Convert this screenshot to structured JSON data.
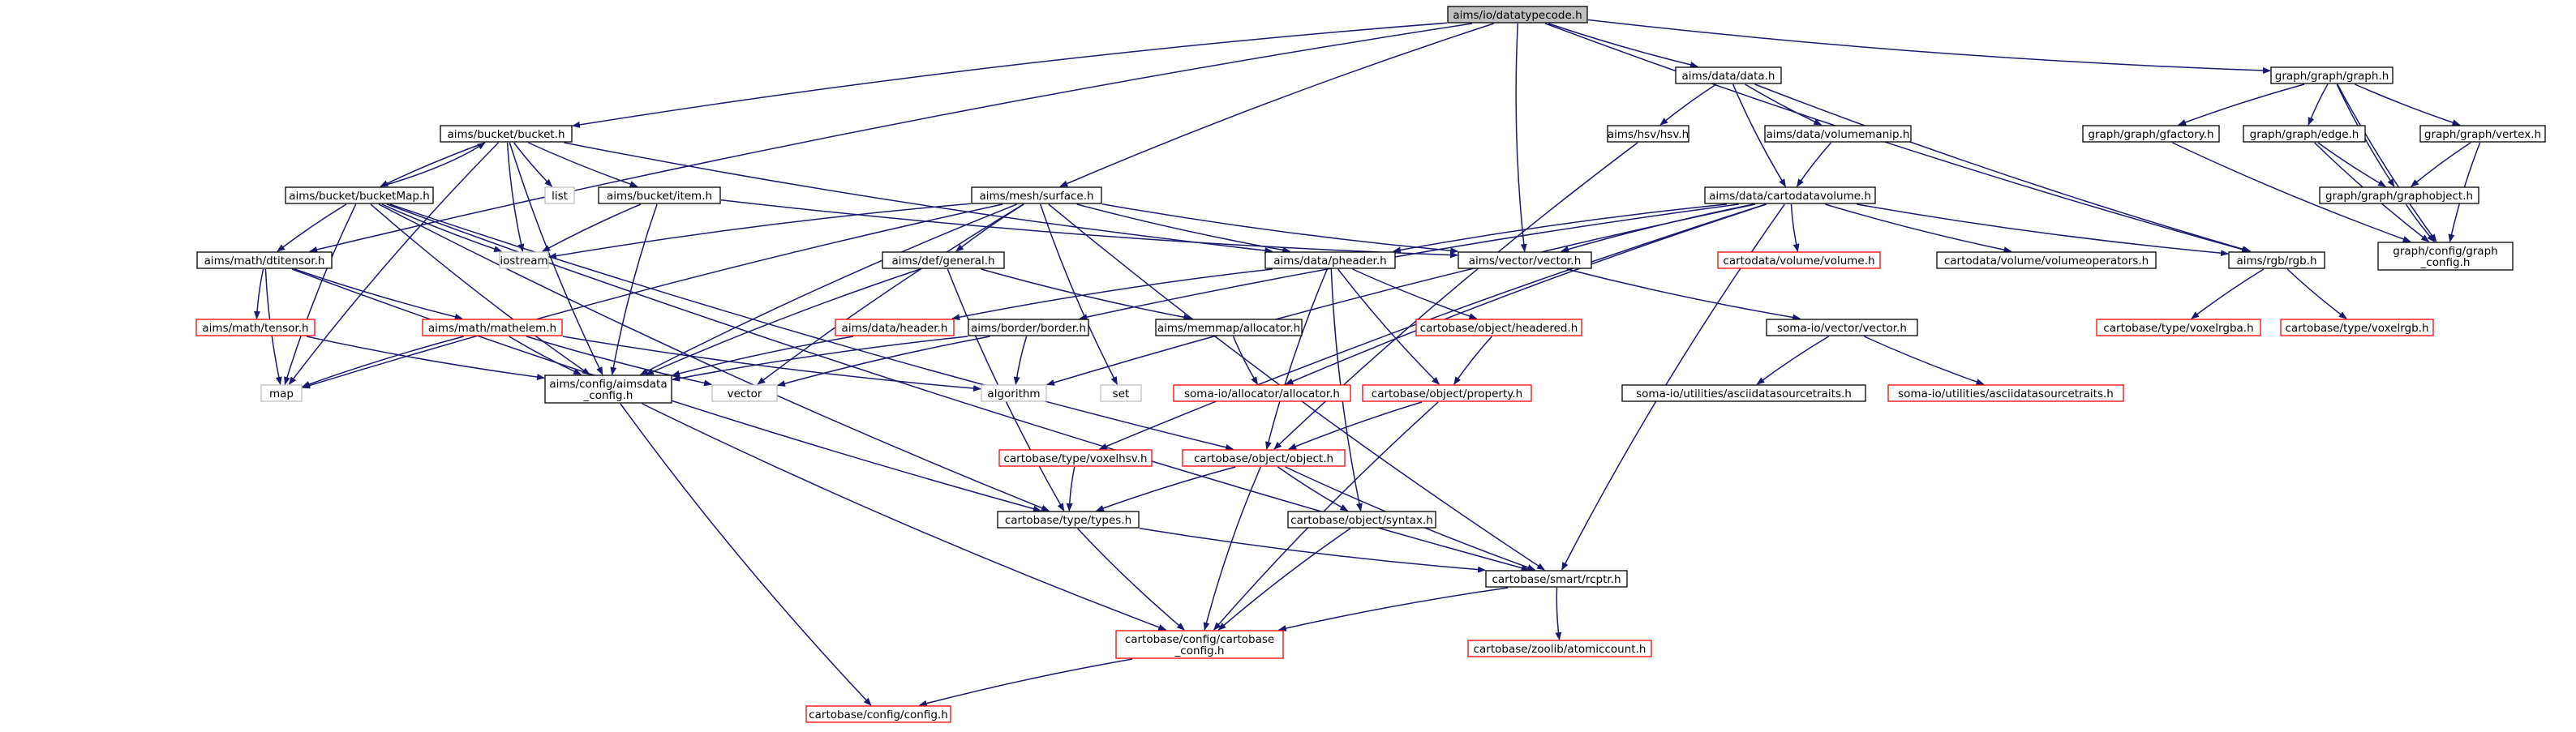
{
  "colors": {
    "edge": "#191970",
    "root_fill": "#bfbfbf",
    "box_fill": "#ffffff",
    "local_border": "#000000",
    "external_border": "#bfbfbf",
    "missing_border": "#ff0000",
    "text": "#000000"
  },
  "nodes": [
    {
      "id": "datatypecode",
      "label": "aims/io/datatypecode.h",
      "kind": "root"
    },
    {
      "id": "bucket",
      "label": "aims/bucket/bucket.h",
      "kind": "local"
    },
    {
      "id": "meshsurface",
      "label": "aims/mesh/surface.h",
      "kind": "local"
    },
    {
      "id": "datadata",
      "label": "aims/data/data.h",
      "kind": "local"
    },
    {
      "id": "graph",
      "label": "graph/graph/graph.h",
      "kind": "local"
    },
    {
      "id": "bucketmap",
      "label": "aims/bucket/bucketMap.h",
      "kind": "local"
    },
    {
      "id": "list",
      "label": "list",
      "kind": "external"
    },
    {
      "id": "item",
      "label": "aims/bucket/item.h",
      "kind": "local"
    },
    {
      "id": "hsv",
      "label": "aims/hsv/hsv.h",
      "kind": "local"
    },
    {
      "id": "volumemanip",
      "label": "aims/data/volumemanip.h",
      "kind": "local"
    },
    {
      "id": "gfactory",
      "label": "graph/graph/gfactory.h",
      "kind": "local"
    },
    {
      "id": "edge",
      "label": "graph/graph/edge.h",
      "kind": "local"
    },
    {
      "id": "vertex",
      "label": "graph/graph/vertex.h",
      "kind": "local"
    },
    {
      "id": "graphobject",
      "label": "graph/graph/graphobject.h",
      "kind": "local"
    },
    {
      "id": "cartodatavolume",
      "label": "aims/data/cartodatavolume.h",
      "kind": "local"
    },
    {
      "id": "iostream",
      "label": "iostream",
      "kind": "external"
    },
    {
      "id": "dtitensor",
      "label": "aims/math/dtitensor.h",
      "kind": "local"
    },
    {
      "id": "defgeneral",
      "label": "aims/def/general.h",
      "kind": "local"
    },
    {
      "id": "pheader",
      "label": "aims/data/pheader.h",
      "kind": "local"
    },
    {
      "id": "vecvector",
      "label": "aims/vector/vector.h",
      "kind": "local"
    },
    {
      "id": "cartovolume",
      "label": "cartodata/volume/volume.h",
      "kind": "missing"
    },
    {
      "id": "volumeoperators",
      "label": "cartodata/volume/volumeoperators.h",
      "kind": "local"
    },
    {
      "id": "rgb",
      "label": "aims/rgb/rgb.h",
      "kind": "local"
    },
    {
      "id": "graphconfig",
      "label": "graph/config/graph\n_config.h",
      "kind": "local"
    },
    {
      "id": "tensor",
      "label": "aims/math/tensor.h",
      "kind": "missing"
    },
    {
      "id": "mathelem",
      "label": "aims/math/mathelem.h",
      "kind": "missing"
    },
    {
      "id": "dataheader",
      "label": "aims/data/header.h",
      "kind": "missing"
    },
    {
      "id": "border",
      "label": "aims/border/border.h",
      "kind": "local"
    },
    {
      "id": "mmallocator",
      "label": "aims/memmap/allocator.h",
      "kind": "local"
    },
    {
      "id": "headered",
      "label": "cartobase/object/headered.h",
      "kind": "missing"
    },
    {
      "id": "somavector",
      "label": "soma-io/vector/vector.h",
      "kind": "local"
    },
    {
      "id": "voxelrgba",
      "label": "cartobase/type/voxelrgba.h",
      "kind": "missing"
    },
    {
      "id": "voxelrgb",
      "label": "cartobase/type/voxelrgb.h",
      "kind": "missing"
    },
    {
      "id": "map",
      "label": "map",
      "kind": "external"
    },
    {
      "id": "aimsdataconfig",
      "label": "aims/config/aimsdata\n_config.h",
      "kind": "local"
    },
    {
      "id": "vector",
      "label": "vector",
      "kind": "external"
    },
    {
      "id": "algorithm",
      "label": "algorithm",
      "kind": "external"
    },
    {
      "id": "set",
      "label": "set",
      "kind": "external"
    },
    {
      "id": "somaallocator",
      "label": "soma-io/allocator/allocator.h",
      "kind": "missing"
    },
    {
      "id": "property",
      "label": "cartobase/object/property.h",
      "kind": "missing"
    },
    {
      "id": "asciidatasourcetraits",
      "label": "soma-io/utilities/asciidatasourcetraits.h",
      "kind": "local"
    },
    {
      "id": "asciidatasourcetraits2",
      "label": "soma-io/utilities/asciidatasourcetraits.h",
      "kind": "missing"
    },
    {
      "id": "voxelhsv",
      "label": "cartobase/type/voxelhsv.h",
      "kind": "missing"
    },
    {
      "id": "objobject",
      "label": "cartobase/object/object.h",
      "kind": "missing"
    },
    {
      "id": "types",
      "label": "cartobase/type/types.h",
      "kind": "local"
    },
    {
      "id": "syntax",
      "label": "cartobase/object/syntax.h",
      "kind": "local"
    },
    {
      "id": "rcptr",
      "label": "cartobase/smart/rcptr.h",
      "kind": "local"
    },
    {
      "id": "cartobaseconfig",
      "label": "cartobase/config/cartobase\n_config.h",
      "kind": "missing"
    },
    {
      "id": "atomiccount",
      "label": "cartobase/zoolib/atomiccount.h",
      "kind": "missing"
    },
    {
      "id": "config",
      "label": "cartobase/config/config.h",
      "kind": "missing"
    }
  ],
  "edges": [
    [
      "datatypecode",
      "bucket"
    ],
    [
      "datatypecode",
      "meshsurface"
    ],
    [
      "datatypecode",
      "datadata"
    ],
    [
      "datatypecode",
      "graph"
    ],
    [
      "datatypecode",
      "dtitensor"
    ],
    [
      "datatypecode",
      "vecvector"
    ],
    [
      "datatypecode",
      "rgb"
    ],
    [
      "datadata",
      "hsv"
    ],
    [
      "datadata",
      "volumemanip"
    ],
    [
      "datadata",
      "cartodatavolume"
    ],
    [
      "datadata",
      "rgb"
    ],
    [
      "graph",
      "gfactory"
    ],
    [
      "graph",
      "edge"
    ],
    [
      "graph",
      "vertex"
    ],
    [
      "graph",
      "graphobject"
    ],
    [
      "graph",
      "graphconfig"
    ],
    [
      "gfactory",
      "graphconfig"
    ],
    [
      "edge",
      "graphobject"
    ],
    [
      "edge",
      "graphconfig"
    ],
    [
      "vertex",
      "graphobject"
    ],
    [
      "vertex",
      "graphconfig"
    ],
    [
      "graphobject",
      "graphconfig"
    ],
    [
      "volumemanip",
      "cartodatavolume"
    ],
    [
      "bucket",
      "bucketmap"
    ],
    [
      "bucketmap",
      "bucket"
    ],
    [
      "bucket",
      "list"
    ],
    [
      "bucket",
      "item"
    ],
    [
      "bucket",
      "iostream"
    ],
    [
      "bucket",
      "pheader"
    ],
    [
      "bucket",
      "aimsdataconfig"
    ],
    [
      "bucket",
      "map"
    ],
    [
      "bucketmap",
      "iostream"
    ],
    [
      "bucketmap",
      "dtitensor"
    ],
    [
      "bucketmap",
      "map"
    ],
    [
      "bucketmap",
      "aimsdataconfig"
    ],
    [
      "bucketmap",
      "types"
    ],
    [
      "bucketmap",
      "objobject"
    ],
    [
      "bucketmap",
      "rcptr"
    ],
    [
      "item",
      "iostream"
    ],
    [
      "item",
      "aimsdataconfig"
    ],
    [
      "item",
      "vecvector"
    ],
    [
      "meshsurface",
      "defgeneral"
    ],
    [
      "meshsurface",
      "pheader"
    ],
    [
      "meshsurface",
      "vecvector"
    ],
    [
      "meshsurface",
      "iostream"
    ],
    [
      "meshsurface",
      "map"
    ],
    [
      "meshsurface",
      "vector"
    ],
    [
      "meshsurface",
      "set"
    ],
    [
      "meshsurface",
      "aimsdataconfig"
    ],
    [
      "meshsurface",
      "rcptr"
    ],
    [
      "cartodatavolume",
      "pheader"
    ],
    [
      "cartodatavolume",
      "vecvector"
    ],
    [
      "cartodatavolume",
      "cartovolume"
    ],
    [
      "cartodatavolume",
      "volumeoperators"
    ],
    [
      "cartodatavolume",
      "rgb"
    ],
    [
      "cartodatavolume",
      "border"
    ],
    [
      "cartodatavolume",
      "somaallocator"
    ],
    [
      "cartodatavolume",
      "algorithm"
    ],
    [
      "cartodatavolume",
      "voxelhsv"
    ],
    [
      "cartodatavolume",
      "rcptr"
    ],
    [
      "hsv",
      "objobject"
    ],
    [
      "dtitensor",
      "tensor"
    ],
    [
      "dtitensor",
      "mathelem"
    ],
    [
      "dtitensor",
      "map"
    ],
    [
      "dtitensor",
      "types"
    ],
    [
      "tensor",
      "aimsdataconfig"
    ],
    [
      "mathelem",
      "aimsdataconfig"
    ],
    [
      "mathelem",
      "map"
    ],
    [
      "mathelem",
      "vector"
    ],
    [
      "mathelem",
      "algorithm"
    ],
    [
      "defgeneral",
      "mmallocator"
    ],
    [
      "defgeneral",
      "aimsdataconfig"
    ],
    [
      "defgeneral",
      "types"
    ],
    [
      "pheader",
      "dataheader"
    ],
    [
      "pheader",
      "headered"
    ],
    [
      "pheader",
      "property"
    ],
    [
      "pheader",
      "objobject"
    ],
    [
      "pheader",
      "syntax"
    ],
    [
      "vecvector",
      "somavector"
    ],
    [
      "dataheader",
      "aimsdataconfig"
    ],
    [
      "border",
      "aimsdataconfig"
    ],
    [
      "border",
      "vector"
    ],
    [
      "border",
      "algorithm"
    ],
    [
      "mmallocator",
      "somaallocator"
    ],
    [
      "headered",
      "property"
    ],
    [
      "somavector",
      "asciidatasourcetraits"
    ],
    [
      "somavector",
      "asciidatasourcetraits2"
    ],
    [
      "rgb",
      "voxelrgba"
    ],
    [
      "rgb",
      "voxelrgb"
    ],
    [
      "aimsdataconfig",
      "cartobaseconfig"
    ],
    [
      "aimsdataconfig",
      "config"
    ],
    [
      "property",
      "objobject"
    ],
    [
      "property",
      "cartobaseconfig"
    ],
    [
      "voxelhsv",
      "types"
    ],
    [
      "objobject",
      "types"
    ],
    [
      "objobject",
      "syntax"
    ],
    [
      "objobject",
      "rcptr"
    ],
    [
      "objobject",
      "cartobaseconfig"
    ],
    [
      "types",
      "cartobaseconfig"
    ],
    [
      "types",
      "rcptr"
    ],
    [
      "syntax",
      "cartobaseconfig"
    ],
    [
      "rcptr",
      "cartobaseconfig"
    ],
    [
      "rcptr",
      "atomiccount"
    ],
    [
      "cartobaseconfig",
      "config"
    ]
  ]
}
